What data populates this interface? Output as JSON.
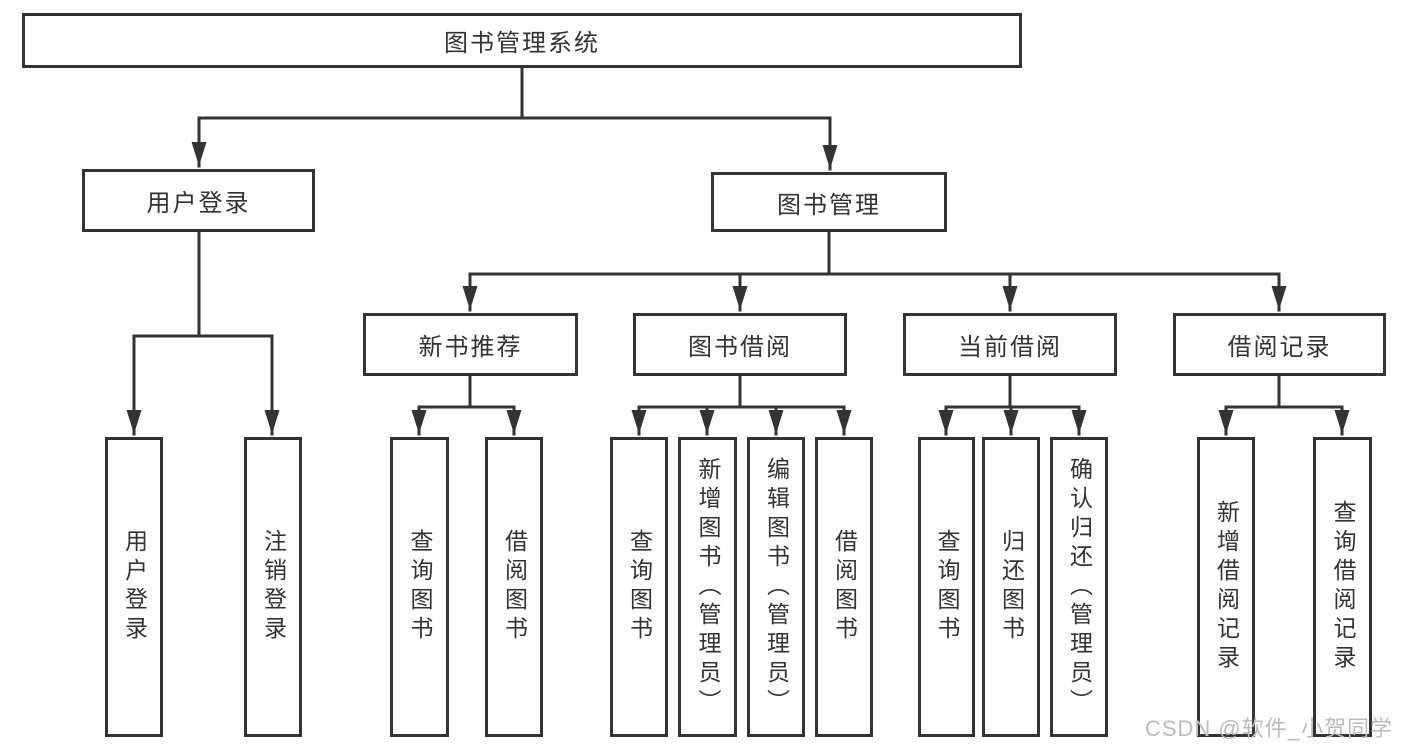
{
  "diagram": {
    "title": "图书管理系统",
    "level2": {
      "login": {
        "label": "用户登录",
        "children": [
          "用户登录",
          "注销登录"
        ]
      },
      "management": {
        "label": "图书管理",
        "sections": [
          {
            "label": "新书推荐",
            "children": [
              "查询图书",
              "借阅图书"
            ]
          },
          {
            "label": "图书借阅",
            "children": [
              "查询图书",
              "新增图书（管理员）",
              "编辑图书（管理员）",
              "借阅图书"
            ]
          },
          {
            "label": "当前借阅",
            "children": [
              "查询图书",
              "归还图书",
              "确认归还（管理员）"
            ]
          },
          {
            "label": "借阅记录",
            "children": [
              "新增借阅记录",
              "查询借阅记录"
            ]
          }
        ]
      }
    },
    "line_color": "#333333"
  },
  "watermark": {
    "text": "CSDN @软件_小贺同学",
    "color": "#bcbcbc"
  }
}
